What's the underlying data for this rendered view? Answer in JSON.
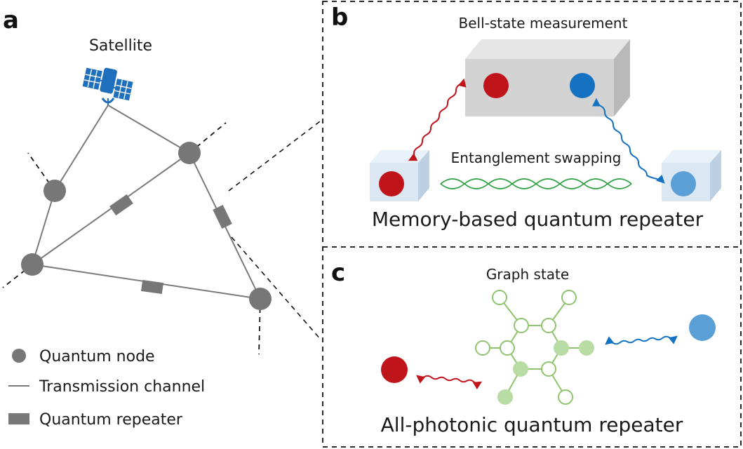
{
  "panel_a": {
    "letter": "a",
    "satellite_label": "Satellite",
    "legend": {
      "node": "Quantum node",
      "channel": "Transmission channel",
      "repeater": "Quantum repeater"
    }
  },
  "panel_b": {
    "letter": "b",
    "bsm_label": "Bell-state measurement",
    "swap_label": "Entanglement swapping",
    "caption": "Memory-based quantum repeater"
  },
  "panel_c": {
    "letter": "c",
    "graph_label": "Graph state",
    "caption": "All-photonic quantum repeater"
  },
  "colors": {
    "node_gray": "#777777",
    "red": "#c0141b",
    "blue": "#1571c1",
    "light_blue": "#5a9fd6",
    "green": "#8fc46f",
    "box_gray": "#d4d4d4",
    "box_light_blue": "#dbe8f4"
  }
}
